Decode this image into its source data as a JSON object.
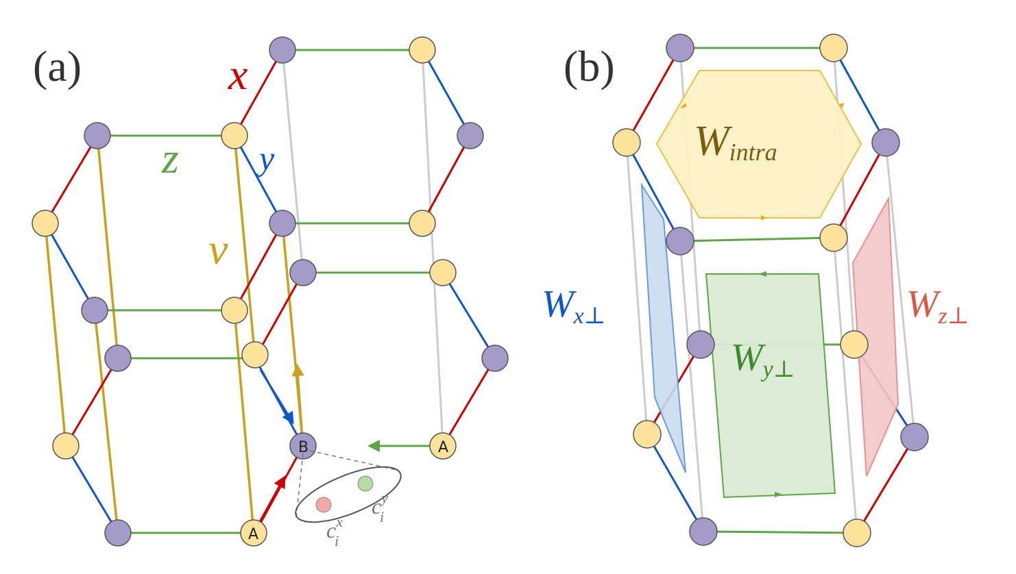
{
  "panels": {
    "a": {
      "label": "(a)",
      "bond_labels": {
        "x": "x",
        "y": "y",
        "z": "z",
        "v": "v"
      },
      "site_labels": {
        "A_bottom": "A",
        "A_right": "A",
        "B": "B"
      },
      "majorana": {
        "cx_base": "c",
        "cx_sub": "i",
        "cx_sup": "x",
        "cy_base": "c",
        "cy_sub": "i",
        "cy_sup": "y"
      }
    },
    "b": {
      "label": "(b)",
      "loops": {
        "intra": {
          "base": "W",
          "sub": "intra"
        },
        "x": {
          "base": "W",
          "sub": "x⊥"
        },
        "y": {
          "base": "W",
          "sub": "y⊥"
        },
        "z": {
          "base": "W",
          "sub": "z⊥"
        }
      }
    }
  },
  "colors": {
    "x_bond": "#cc0000",
    "y_bond": "#1155cc",
    "z_bond": "#5ea548",
    "v_bond": "#c9a21a",
    "back_bond": "#cccccc",
    "site_A": "#fce29a",
    "site_B": "#a49bc9",
    "intra_fill": "#fdf0c4",
    "x_fill": "#c9dcf0",
    "y_fill": "#d9ead3",
    "z_fill": "#f4c7c7"
  }
}
